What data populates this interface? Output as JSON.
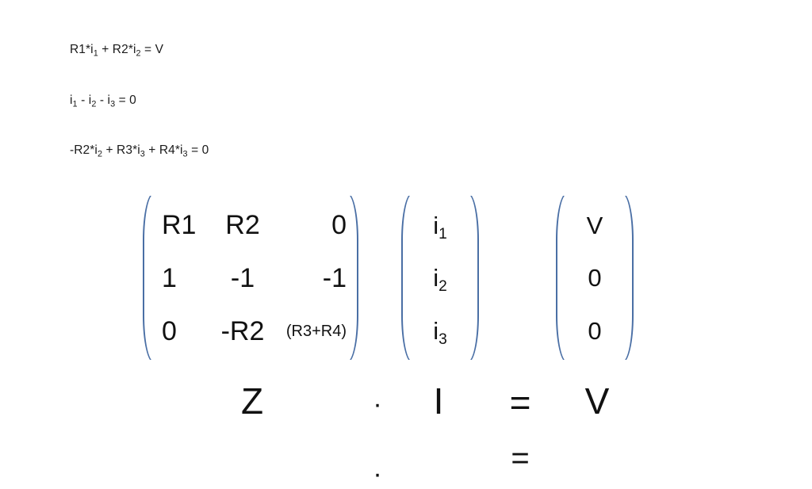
{
  "equations": [
    {
      "id": "kvl-loop-1",
      "html": "R1*i<sub>1</sub> + R2*i<sub>2</sub> = V"
    },
    {
      "id": "kcl-node",
      "html": "i<sub>1</sub> - i<sub>2</sub> - i<sub>3</sub> = 0"
    },
    {
      "id": "kvl-loop-2",
      "html": "-R2*i<sub>2</sub> + R3*i<sub>3</sub> + R4*i<sub>3</sub> = 0"
    }
  ],
  "matrix_equation": {
    "impedance_matrix": {
      "label": "Z",
      "rows": [
        [
          {
            "text": "R1",
            "small": false
          },
          {
            "text": "R2",
            "small": false
          },
          {
            "text": "0",
            "small": false
          }
        ],
        [
          {
            "text": "1",
            "small": false
          },
          {
            "text": "-1",
            "small": false
          },
          {
            "text": "-1",
            "small": false
          }
        ],
        [
          {
            "text": "0",
            "small": false
          },
          {
            "text": "-R2",
            "small": false
          },
          {
            "text": "(R3+R4)",
            "small": true
          }
        ]
      ]
    },
    "current_vector": {
      "label": "I",
      "cells_html": [
        "i<sub>1</sub>",
        "i<sub>2</sub>",
        "i<sub>3</sub>"
      ]
    },
    "voltage_vector": {
      "label": "V",
      "cells_html": [
        "V",
        "0",
        "0"
      ]
    },
    "operators": {
      "multiply": "·",
      "equals": "="
    }
  },
  "symbolic_row": {
    "z": "Z",
    "multiply": "·",
    "i": "I",
    "equals": "=",
    "v": "V"
  },
  "colors": {
    "background": "#ffffff",
    "text": "#111111",
    "bracket": "#4a6fa5"
  }
}
